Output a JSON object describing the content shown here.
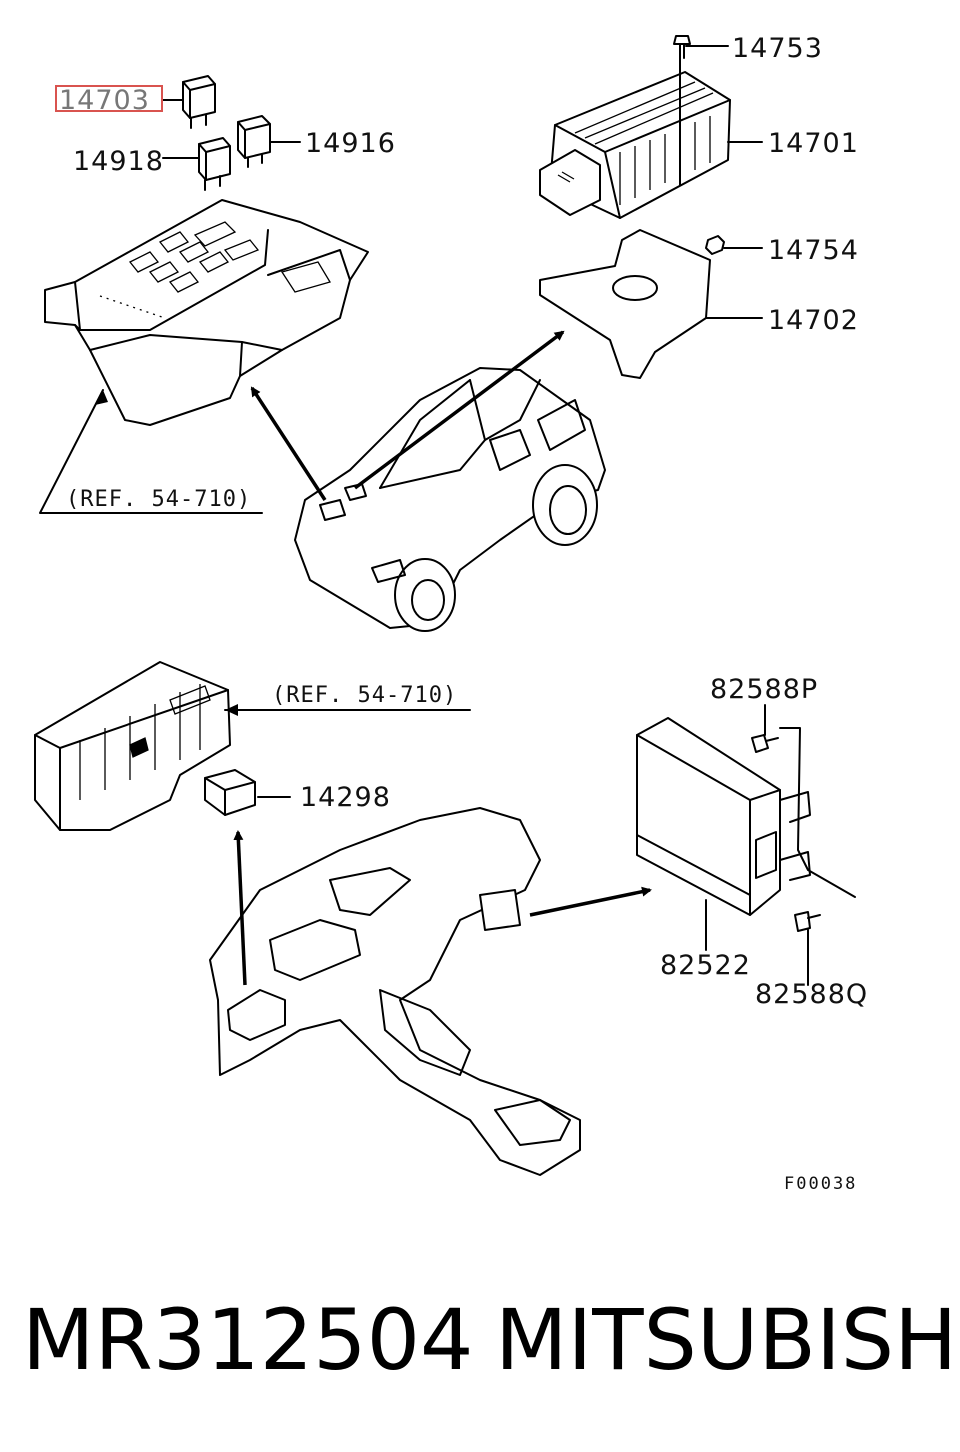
{
  "callouts": {
    "highlighted": "14703",
    "relay_14918": "14918",
    "relay_14916": "14916",
    "screw_14753": "14753",
    "module_14701": "14701",
    "nut_14754": "14754",
    "bracket_14702": "14702",
    "relay_14298": "14298",
    "screw_82588p": "82588P",
    "unit_82522": "82522",
    "screw_82588q": "82588Q"
  },
  "references": {
    "top": "(REF. 54-710)",
    "bottom": "(REF. 54-710)"
  },
  "figure_code": "F00038",
  "caption": {
    "part_number": "MR312504",
    "brand": "MITSUBISHI"
  },
  "colors": {
    "highlight": "#d9534f"
  }
}
